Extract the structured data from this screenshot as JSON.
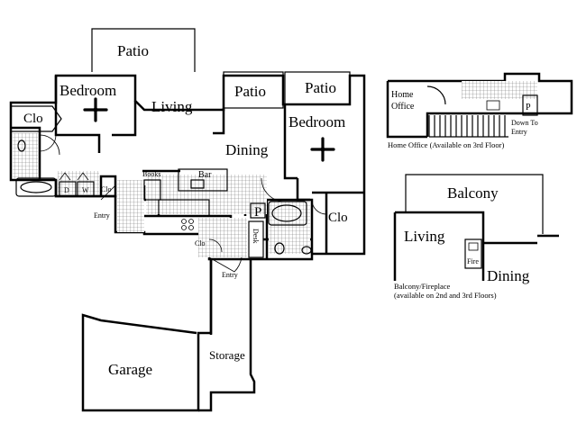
{
  "main_plan": {
    "rooms": {
      "patio_top": "Patio",
      "patio_mid": "Patio",
      "patio_right": "Patio",
      "bedroom_left": "Bedroom",
      "bedroom_right": "Bedroom",
      "living": "Living",
      "dining": "Dining",
      "closet_left": "Clo",
      "closet_right": "Clo",
      "garage": "Garage",
      "storage": "Storage"
    },
    "labels": {
      "books": "Books",
      "bar": "Bar",
      "entry_left": "Entry",
      "entry_bottom": "Entry",
      "clo_small_1": "Clo",
      "clo_small_2": "Clo",
      "washer": "W",
      "dryer": "D",
      "pantry": "P",
      "desk": "Desk"
    }
  },
  "office_plan": {
    "room": "Home\nOffice",
    "room_line1": "Home",
    "room_line2": "Office",
    "stairs_line1": "Down To",
    "stairs_line2": "Entry",
    "pantry": "P",
    "caption": "Home Office (Available on 3rd Floor)"
  },
  "balcony_plan": {
    "balcony": "Balcony",
    "living": "Living",
    "dining": "Dining",
    "fire": "Fire",
    "caption_line1": "Balcony/Fireplace",
    "caption_line2": "(available on 2nd and 3rd Floors)"
  }
}
